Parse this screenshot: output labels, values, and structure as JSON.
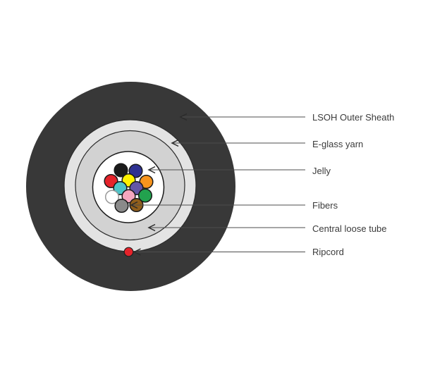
{
  "figure": {
    "type": "fiber-optic-cable-cross-section-diagram",
    "background": "#ffffff"
  },
  "callouts": [
    {
      "id": "lsoh-outer-sheath",
      "label": "LSOH Outer Sheath"
    },
    {
      "id": "e-glass-yarn",
      "label": "E-glass yarn"
    },
    {
      "id": "jelly",
      "label": "Jelly"
    },
    {
      "id": "fibers",
      "label": "Fibers"
    },
    {
      "id": "central-loose-tube",
      "label": "Central loose tube"
    },
    {
      "id": "ripcord",
      "label": "Ripcord"
    }
  ],
  "colors": {
    "outer_sheath": "#383838",
    "e_glass_yarn": "#e3e3e3",
    "central_loose_tube": "#d2d2d2",
    "jelly_interior": "#ffffff",
    "layer_outline": "#222222",
    "arrow_line": "#4d4d4d",
    "arrow_head": "#2b2b2b",
    "label_text": "#3b3b3b",
    "ripcord": "#e5232b"
  },
  "fiber_colors": [
    {
      "name": "black",
      "hex": "#1b1b1b"
    },
    {
      "name": "blue",
      "hex": "#2e3192"
    },
    {
      "name": "red",
      "hex": "#e5232b"
    },
    {
      "name": "yellow",
      "hex": "#fff200"
    },
    {
      "name": "orange",
      "hex": "#f7941d"
    },
    {
      "name": "aqua",
      "hex": "#4ec3c7"
    },
    {
      "name": "violet",
      "hex": "#6456a5"
    },
    {
      "name": "white",
      "hex": "#ffffff"
    },
    {
      "name": "rose",
      "hex": "#f4a6be"
    },
    {
      "name": "green",
      "hex": "#22a24e"
    },
    {
      "name": "slate",
      "hex": "#8a8a8a"
    },
    {
      "name": "brown",
      "hex": "#905e1b"
    }
  ]
}
